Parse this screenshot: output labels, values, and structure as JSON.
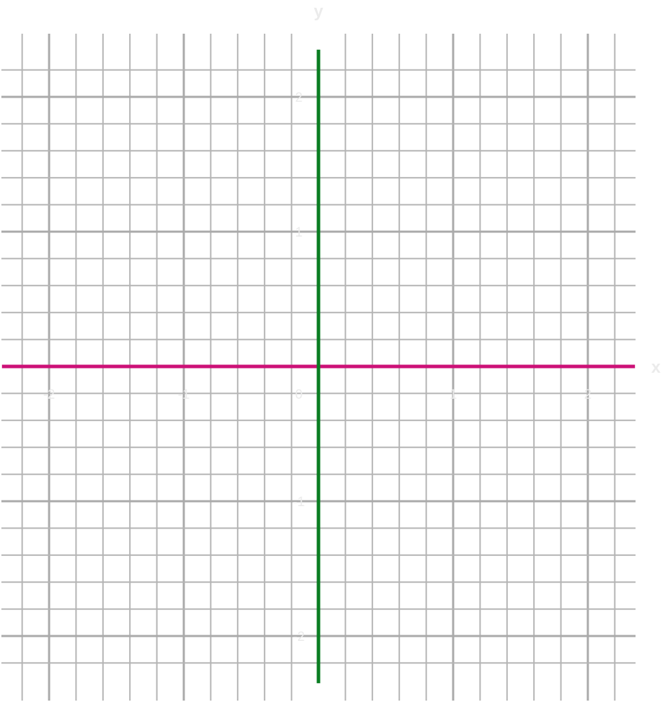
{
  "chart_data": {
    "type": "line",
    "title": "",
    "xlabel": "x",
    "ylabel": "y",
    "xlim": [
      -2.35,
      2.35
    ],
    "ylim": [
      -2.35,
      2.35
    ],
    "grid": true,
    "grid_minor_step": 0.2,
    "grid_major_step": 1,
    "x_ticks": [
      -2,
      -1,
      0,
      1,
      2
    ],
    "y_ticks": [
      -2,
      -1,
      1,
      2
    ],
    "x_tick_labels": [
      "-2",
      "-1",
      "0",
      "1",
      "2"
    ],
    "y_tick_labels": [
      "-2",
      "-1",
      "1",
      "2"
    ],
    "series": [
      {
        "x": [
          -2.35,
          2.35
        ],
        "y": [
          0,
          0
        ]
      },
      {
        "x": [
          0,
          0
        ],
        "y": [
          -2.35,
          2.35
        ]
      }
    ]
  },
  "colors": {
    "background": "#ffffff",
    "grid_minor": "#b4b4b4",
    "grid_major": "#aaaaaa",
    "x_axis_line": "#cc1177",
    "y_axis_line": "#0a7d22",
    "labels": "#ebebeb"
  }
}
